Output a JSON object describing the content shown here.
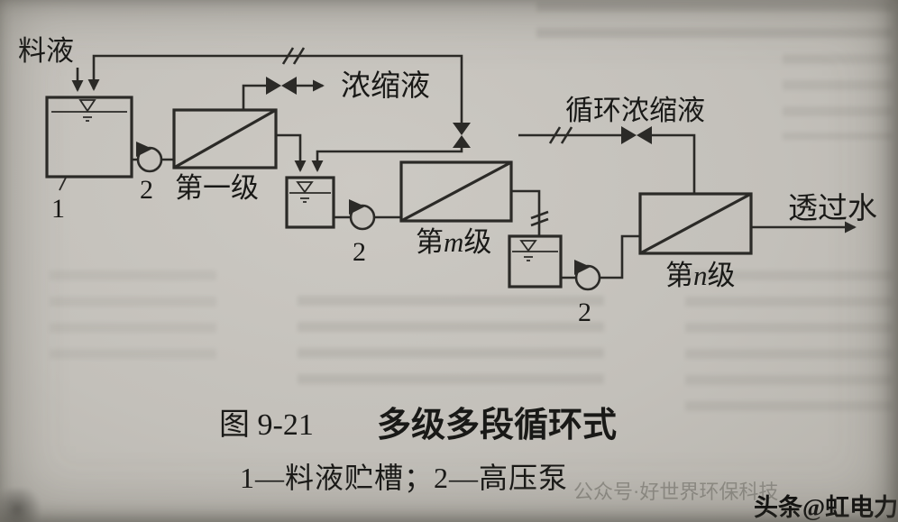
{
  "page": {
    "background": "#c3c0ba",
    "ink": "#2b2a27"
  },
  "diagram": {
    "feed_label": "料液",
    "tank1_number": "1",
    "pump_numbers": {
      "p1": "2",
      "p2": "2",
      "p3": "2"
    },
    "stage1_label": "第一级",
    "concentrate_label": "浓缩液",
    "recycle_label": "循环浓缩液",
    "permeate_label": "透过水",
    "stage_m": {
      "prefix": "第",
      "var": "m",
      "suffix": "级"
    },
    "stage_n": {
      "prefix": "第",
      "var": "n",
      "suffix": "级"
    }
  },
  "caption": {
    "figure_number": "图 9-21",
    "figure_title": "多级多段循环式",
    "legend": "1—料液贮槽；2—高压泵"
  },
  "watermark": {
    "faint_text": "公众号·好世界环保科技",
    "brand_text": "头条@虹电力"
  }
}
